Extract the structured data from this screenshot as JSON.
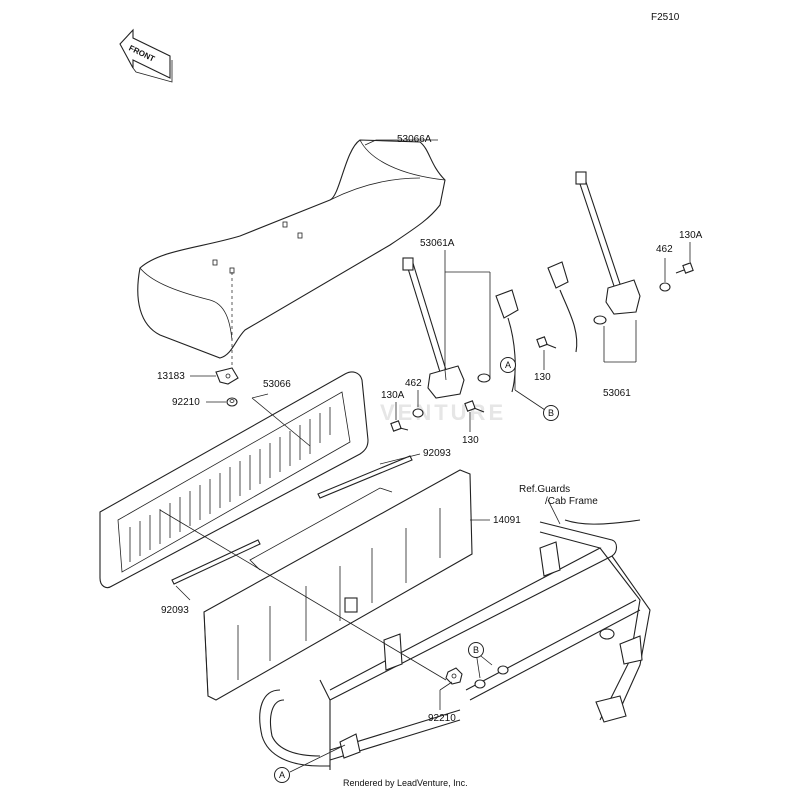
{
  "figure_code": "F2510",
  "direction_label": "FRONT",
  "parts": {
    "p53066A": "53066A",
    "p53061A": "53061A",
    "p13183": "13183",
    "p92210_top": "92210",
    "p53066": "53066",
    "p462_left": "462",
    "p130A_left": "130A",
    "p130_mid": "130",
    "p130_right": "130",
    "p53061": "53061",
    "p462_right": "462",
    "p130A_right": "130A",
    "p92093_upper": "92093",
    "p92093_lower": "92093",
    "p14091": "14091",
    "p92210_bottom": "92210"
  },
  "ref_text_line1": "Ref.Guards",
  "ref_text_line2": "/Cab Frame",
  "callouts": {
    "a_upper": "A",
    "b_upper": "B",
    "b_lower": "B",
    "a_lower": "A"
  },
  "watermark": "VENTURE",
  "footer": "Rendered by LeadVenture, Inc."
}
